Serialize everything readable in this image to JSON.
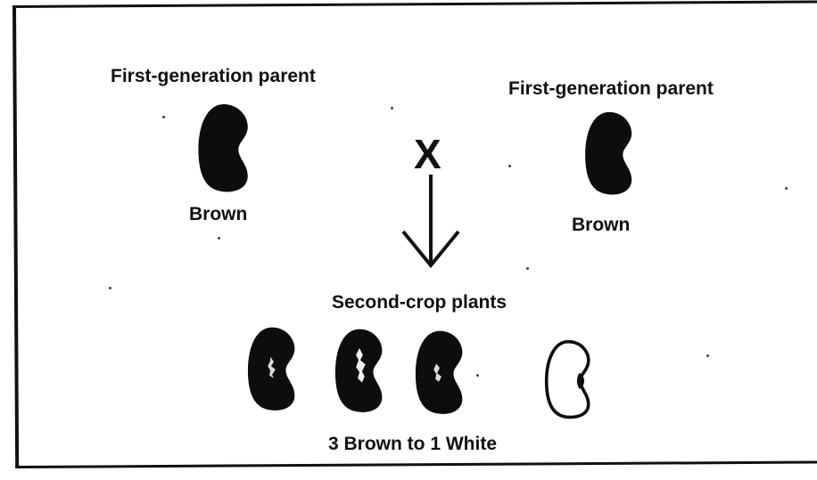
{
  "parents": {
    "left": {
      "title": "First-generation parent",
      "color_label": "Brown"
    },
    "right": {
      "title": "First-generation parent",
      "color_label": "Brown"
    }
  },
  "cross_symbol": "X",
  "offspring": {
    "title": "Second-crop plants",
    "beans": [
      "brown",
      "brown",
      "brown",
      "white"
    ],
    "ratio_caption": "3 Brown to 1 White"
  },
  "colors": {
    "brown_bean": "#0d0d0d",
    "white_bean_outline": "#0d0d0d",
    "frame": "#111111"
  }
}
